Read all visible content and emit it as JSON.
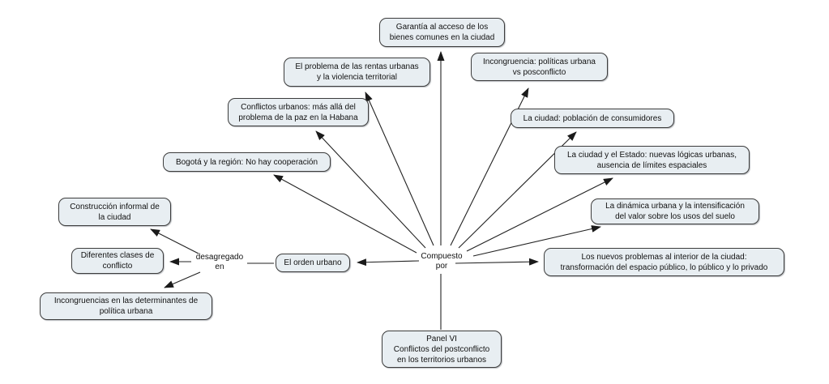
{
  "diagram": {
    "type": "concept-map",
    "background_color": "#ffffff",
    "node_fill_color": "#e8eef2",
    "node_border_color": "#3c3c3c",
    "edge_color": "#222222",
    "center_link_label": "Compuesto\npor",
    "left_link_label": "desagregado\nen",
    "nodes": [
      {
        "id": "garantia",
        "label": "Garantía al acceso de los\nbienes comunes en la ciudad"
      },
      {
        "id": "rentas",
        "label": "El problema de las rentas urbanas\ny la violencia territorial"
      },
      {
        "id": "incongruencia-pos",
        "label": "Incongruencia: políticas urbana\nvs posconflicto"
      },
      {
        "id": "conflictos-habana",
        "label": "Conflictos urbanos: más allá del\nproblema de la paz en la Habana"
      },
      {
        "id": "ciudad-poblacion",
        "label": "La ciudad: población de consumidores"
      },
      {
        "id": "bogota-region",
        "label": "Bogotá y la región: No hay cooperación"
      },
      {
        "id": "ciudad-estado",
        "label": "La ciudad y el Estado: nuevas lógicas urbanas,\nausencia de límites espaciales"
      },
      {
        "id": "construccion",
        "label": "Construcción informal de\nla ciudad"
      },
      {
        "id": "dinamica",
        "label": "La dinámica urbana y la intensificación\ndel valor sobre los usos del suelo"
      },
      {
        "id": "diferentes-clases",
        "label": "Diferentes clases de\nconflicto"
      },
      {
        "id": "orden-urbano",
        "label": "El orden urbano"
      },
      {
        "id": "nuevos-problemas",
        "label": "Los nuevos problemas al interior de la ciudad:\ntransformación del espacio público, lo público y lo privado"
      },
      {
        "id": "incongruencias-det",
        "label": "Incongruencias en las determinantes de\npolítica urbana"
      },
      {
        "id": "panel-vi",
        "label": "Panel VI\nConflictos del postconflicto\nen los territorios urbanos"
      }
    ]
  }
}
